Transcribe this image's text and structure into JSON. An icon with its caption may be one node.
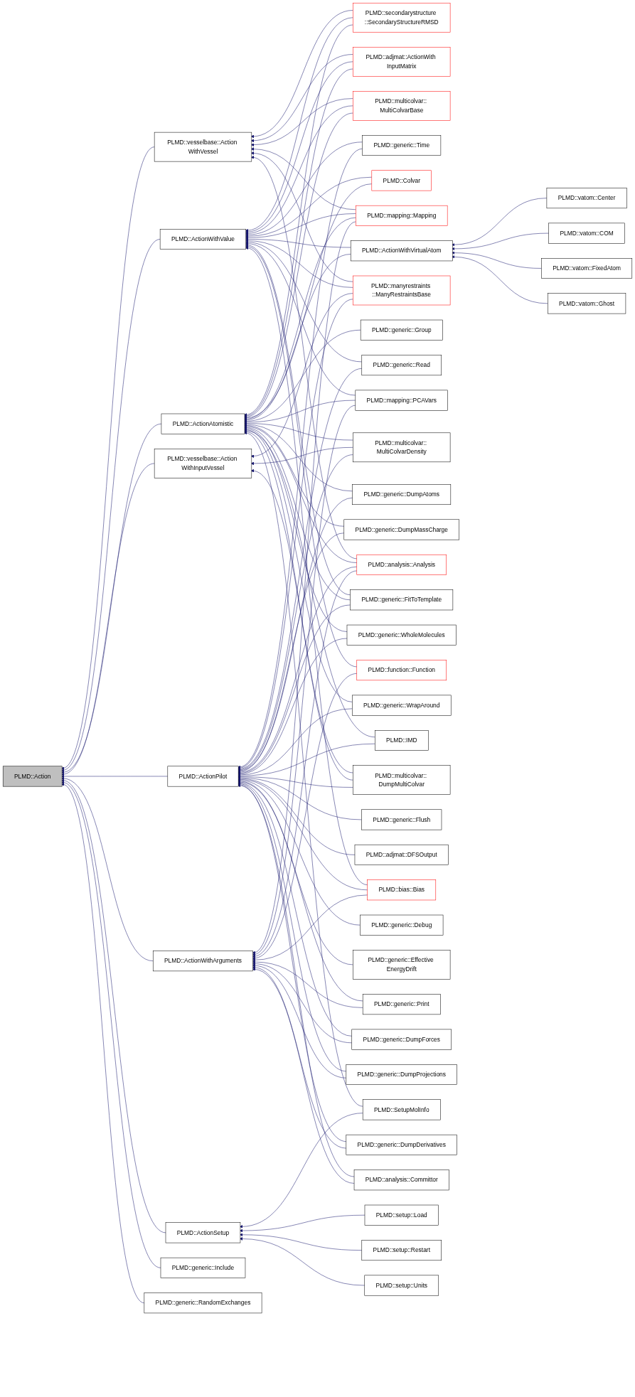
{
  "diagram": {
    "nodes": [
      {
        "text": [
          "PLMD::Action"
        ]
      },
      {
        "text": [
          "PLMD::vesselbase::Action WithVessel"
        ]
      },
      {
        "text": [
          "PLMD::ActionWithValue"
        ]
      },
      {
        "text": [
          "PLMD::ActionAtomistic"
        ]
      },
      {
        "text": [
          "PLMD::vesselbase::Action WithInputVessel"
        ]
      },
      {
        "text": [
          "PLMD::ActionPilot"
        ]
      },
      {
        "text": [
          "PLMD::ActionWithArguments"
        ]
      },
      {
        "text": [
          "PLMD::ActionSetup"
        ]
      },
      {
        "text": [
          "PLMD::generic::Include"
        ]
      },
      {
        "text": [
          "PLMD::generic::RandomExchanges"
        ]
      },
      {
        "text": [
          "PLMD::secondarystructure ::SecondaryStructureRMSD"
        ]
      },
      {
        "text": [
          "PLMD::adjmat::ActionWith InputMatrix"
        ]
      },
      {
        "text": [
          "PLMD::multicolvar:: MultiColvarBase"
        ]
      },
      {
        "text": [
          "PLMD::generic::Time"
        ]
      },
      {
        "text": [
          "PLMD::Colvar"
        ]
      },
      {
        "text": [
          "PLMD::mapping::Mapping"
        ]
      },
      {
        "text": [
          "PLMD::ActionWithVirtualAtom"
        ]
      },
      {
        "text": [
          "PLMD::manyrestraints ::ManyRestraintsBase"
        ]
      },
      {
        "text": [
          "PLMD::generic::Group"
        ]
      },
      {
        "text": [
          "PLMD::generic::Read"
        ]
      },
      {
        "text": [
          "PLMD::mapping::PCAVars"
        ]
      },
      {
        "text": [
          "PLMD::multicolvar:: MultiColvarDensity"
        ]
      },
      {
        "text": [
          "PLMD::generic::DumpAtoms"
        ]
      },
      {
        "text": [
          "PLMD::generic::DumpMassCharge"
        ]
      },
      {
        "text": [
          "PLMD::analysis::Analysis"
        ]
      },
      {
        "text": [
          "PLMD::generic::FitToTemplate"
        ]
      },
      {
        "text": [
          "PLMD::generic::WholeMolecules"
        ]
      },
      {
        "text": [
          "PLMD::function::Function"
        ]
      },
      {
        "text": [
          "PLMD::generic::WrapAround"
        ]
      },
      {
        "text": [
          "PLMD::IMD"
        ]
      },
      {
        "text": [
          "PLMD::multicolvar:: DumpMultiColvar"
        ]
      },
      {
        "text": [
          "PLMD::generic::Flush"
        ]
      },
      {
        "text": [
          "PLMD::adjmat::DFSOutput"
        ]
      },
      {
        "text": [
          "PLMD::bias::Bias"
        ]
      },
      {
        "text": [
          "PLMD::generic::Debug"
        ]
      },
      {
        "text": [
          "PLMD::generic::Effective EnergyDrift"
        ]
      },
      {
        "text": [
          "PLMD::generic::Print"
        ]
      },
      {
        "text": [
          "PLMD::generic::DumpForces"
        ]
      },
      {
        "text": [
          "PLMD::generic::DumpProjections"
        ]
      },
      {
        "text": [
          "PLMD::SetupMolInfo"
        ]
      },
      {
        "text": [
          "PLMD::generic::DumpDerivatives"
        ]
      },
      {
        "text": [
          "PLMD::analysis::Committor"
        ]
      },
      {
        "text": [
          "PLMD::setup::Load"
        ]
      },
      {
        "text": [
          "PLMD::setup::Restart"
        ]
      },
      {
        "text": [
          "PLMD::setup::Units"
        ]
      },
      {
        "text": [
          "PLMD::vatom::Center"
        ]
      },
      {
        "text": [
          "PLMD::vatom::COM"
        ]
      },
      {
        "text": [
          "PLMD::vatom::FixedAtom"
        ]
      },
      {
        "text": [
          "PLMD::vatom::Ghost"
        ]
      }
    ],
    "edges": [
      {
        "from": 1,
        "to": 0,
        "arrow": "to"
      },
      {
        "from": 2,
        "to": 0,
        "arrow": "to"
      },
      {
        "from": 3,
        "to": 0,
        "arrow": "to"
      },
      {
        "from": 4,
        "to": 0,
        "arrow": "to"
      },
      {
        "from": 5,
        "to": 0,
        "arrow": "to"
      },
      {
        "from": 6,
        "to": 0,
        "arrow": "to"
      },
      {
        "from": 7,
        "to": 0,
        "arrow": "to"
      },
      {
        "from": 8,
        "to": 0,
        "arrow": "to"
      },
      {
        "from": 9,
        "to": 0,
        "arrow": "to"
      },
      {
        "from": 10,
        "to": 1,
        "arrow": "to"
      },
      {
        "from": 11,
        "to": 1,
        "arrow": "to"
      },
      {
        "from": 12,
        "to": 1,
        "arrow": "to"
      },
      {
        "from": 15,
        "to": 1,
        "arrow": "to"
      },
      {
        "from": 17,
        "to": 1,
        "arrow": "to"
      },
      {
        "from": 24,
        "to": 1,
        "arrow": "to"
      },
      {
        "from": 10,
        "to": 2,
        "arrow": "to"
      },
      {
        "from": 11,
        "to": 2,
        "arrow": "to"
      },
      {
        "from": 12,
        "to": 2,
        "arrow": "to"
      },
      {
        "from": 13,
        "to": 2,
        "arrow": "to"
      },
      {
        "from": 14,
        "to": 2,
        "arrow": "to"
      },
      {
        "from": 15,
        "to": 2,
        "arrow": "to"
      },
      {
        "from": 16,
        "to": 2,
        "arrow": "to"
      },
      {
        "from": 17,
        "to": 2,
        "arrow": "to"
      },
      {
        "from": 19,
        "to": 2,
        "arrow": "to"
      },
      {
        "from": 20,
        "to": 2,
        "arrow": "to"
      },
      {
        "from": 25,
        "to": 2,
        "arrow": "to"
      },
      {
        "from": 27,
        "to": 2,
        "arrow": "to"
      },
      {
        "from": 33,
        "to": 2,
        "arrow": "to"
      },
      {
        "from": 10,
        "to": 3,
        "arrow": "to"
      },
      {
        "from": 11,
        "to": 3,
        "arrow": "to"
      },
      {
        "from": 12,
        "to": 3,
        "arrow": "to"
      },
      {
        "from": 14,
        "to": 3,
        "arrow": "to"
      },
      {
        "from": 15,
        "to": 3,
        "arrow": "to"
      },
      {
        "from": 16,
        "to": 3,
        "arrow": "to"
      },
      {
        "from": 18,
        "to": 3,
        "arrow": "to"
      },
      {
        "from": 20,
        "to": 3,
        "arrow": "to"
      },
      {
        "from": 21,
        "to": 3,
        "arrow": "to"
      },
      {
        "from": 22,
        "to": 3,
        "arrow": "to"
      },
      {
        "from": 23,
        "to": 3,
        "arrow": "to"
      },
      {
        "from": 24,
        "to": 3,
        "arrow": "to"
      },
      {
        "from": 25,
        "to": 3,
        "arrow": "to"
      },
      {
        "from": 26,
        "to": 3,
        "arrow": "to"
      },
      {
        "from": 28,
        "to": 3,
        "arrow": "to"
      },
      {
        "from": 29,
        "to": 3,
        "arrow": "to"
      },
      {
        "from": 30,
        "to": 3,
        "arrow": "to"
      },
      {
        "from": 39,
        "to": 3,
        "arrow": "to"
      },
      {
        "from": 17,
        "to": 4,
        "arrow": "to"
      },
      {
        "from": 21,
        "to": 4,
        "arrow": "to"
      },
      {
        "from": 30,
        "to": 4,
        "arrow": "to"
      },
      {
        "from": 13,
        "to": 5,
        "arrow": "to"
      },
      {
        "from": 17,
        "to": 5,
        "arrow": "to"
      },
      {
        "from": 19,
        "to": 5,
        "arrow": "to"
      },
      {
        "from": 21,
        "to": 5,
        "arrow": "to"
      },
      {
        "from": 22,
        "to": 5,
        "arrow": "to"
      },
      {
        "from": 23,
        "to": 5,
        "arrow": "to"
      },
      {
        "from": 24,
        "to": 5,
        "arrow": "to"
      },
      {
        "from": 25,
        "to": 5,
        "arrow": "to"
      },
      {
        "from": 26,
        "to": 5,
        "arrow": "to"
      },
      {
        "from": 28,
        "to": 5,
        "arrow": "to"
      },
      {
        "from": 29,
        "to": 5,
        "arrow": "to"
      },
      {
        "from": 30,
        "to": 5,
        "arrow": "to"
      },
      {
        "from": 31,
        "to": 5,
        "arrow": "to"
      },
      {
        "from": 32,
        "to": 5,
        "arrow": "to"
      },
      {
        "from": 33,
        "to": 5,
        "arrow": "to"
      },
      {
        "from": 34,
        "to": 5,
        "arrow": "to"
      },
      {
        "from": 35,
        "to": 5,
        "arrow": "to"
      },
      {
        "from": 36,
        "to": 5,
        "arrow": "to"
      },
      {
        "from": 37,
        "to": 5,
        "arrow": "to"
      },
      {
        "from": 38,
        "to": 5,
        "arrow": "to"
      },
      {
        "from": 40,
        "to": 5,
        "arrow": "to"
      },
      {
        "from": 41,
        "to": 5,
        "arrow": "to"
      },
      {
        "from": 15,
        "to": 6,
        "arrow": "to"
      },
      {
        "from": 20,
        "to": 6,
        "arrow": "to"
      },
      {
        "from": 24,
        "to": 6,
        "arrow": "to"
      },
      {
        "from": 27,
        "to": 6,
        "arrow": "to"
      },
      {
        "from": 33,
        "to": 6,
        "arrow": "to"
      },
      {
        "from": 36,
        "to": 6,
        "arrow": "to"
      },
      {
        "from": 37,
        "to": 6,
        "arrow": "to"
      },
      {
        "from": 38,
        "to": 6,
        "arrow": "to"
      },
      {
        "from": 40,
        "to": 6,
        "arrow": "to"
      },
      {
        "from": 41,
        "to": 6,
        "arrow": "to"
      },
      {
        "from": 39,
        "to": 7,
        "arrow": "to"
      },
      {
        "from": 42,
        "to": 7,
        "arrow": "to"
      },
      {
        "from": 43,
        "to": 7,
        "arrow": "to"
      },
      {
        "from": 44,
        "to": 7,
        "arrow": "to"
      },
      {
        "from": 45,
        "to": 16,
        "arrow": "to"
      },
      {
        "from": 46,
        "to": 16,
        "arrow": "to"
      },
      {
        "from": 47,
        "to": 16,
        "arrow": "to"
      },
      {
        "from": 48,
        "to": 16,
        "arrow": "to"
      }
    ]
  }
}
